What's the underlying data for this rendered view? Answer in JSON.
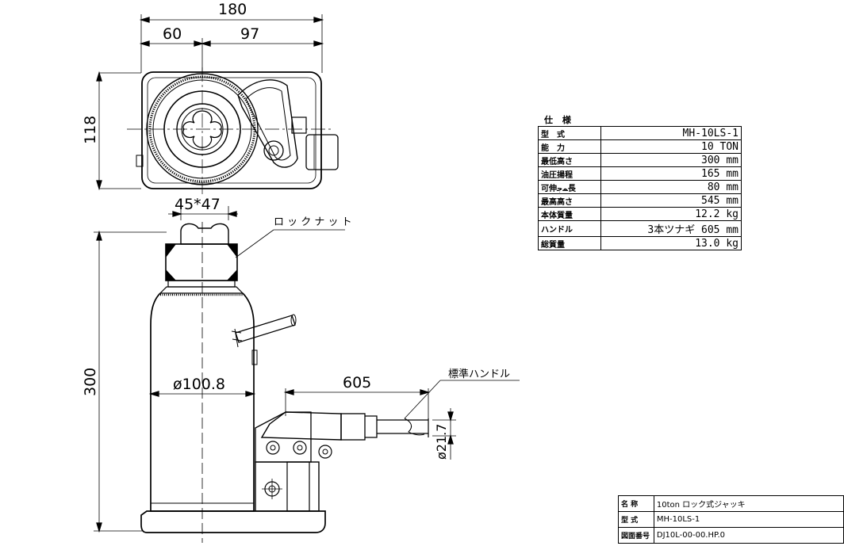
{
  "dimensions": {
    "overall_width": "180",
    "offset_left": "60",
    "offset_right": "97",
    "depth": "118",
    "nut_size": "45*47",
    "height": "300",
    "body_diameter": "ø100.8",
    "handle_length": "605",
    "handle_diameter": "ø21.7"
  },
  "labels": {
    "lock_nut": "ロ ッ ク ナ ッ ト",
    "standard_handle": "標準ハンドル"
  },
  "spec_table": {
    "title": "仕 様",
    "rows": [
      {
        "key": "型　式",
        "value": "MH-10LS-1"
      },
      {
        "key": "能　力",
        "value": "10 TON"
      },
      {
        "key": "最低高さ",
        "value": "300 mm"
      },
      {
        "key": "油圧揚程",
        "value": "165 mm"
      },
      {
        "key": "可伸ﻤﺟ長",
        "value": "80 mm"
      },
      {
        "key": "最高高さ",
        "value": "545 mm"
      },
      {
        "key": "本体質量",
        "value": "12.2 kg"
      },
      {
        "key": "ハンドル",
        "value": "3本ツナギ 605 mm"
      },
      {
        "key": "総質量",
        "value": "13.0 kg"
      }
    ]
  },
  "title_block": {
    "rows": [
      {
        "key": "名 称",
        "value": "10ton ロック式ジャッキ"
      },
      {
        "key": "型 式",
        "value": "MH-10LS-1"
      },
      {
        "key": "図面番号",
        "value": "DJ10L-00-00.HP.0"
      }
    ]
  }
}
